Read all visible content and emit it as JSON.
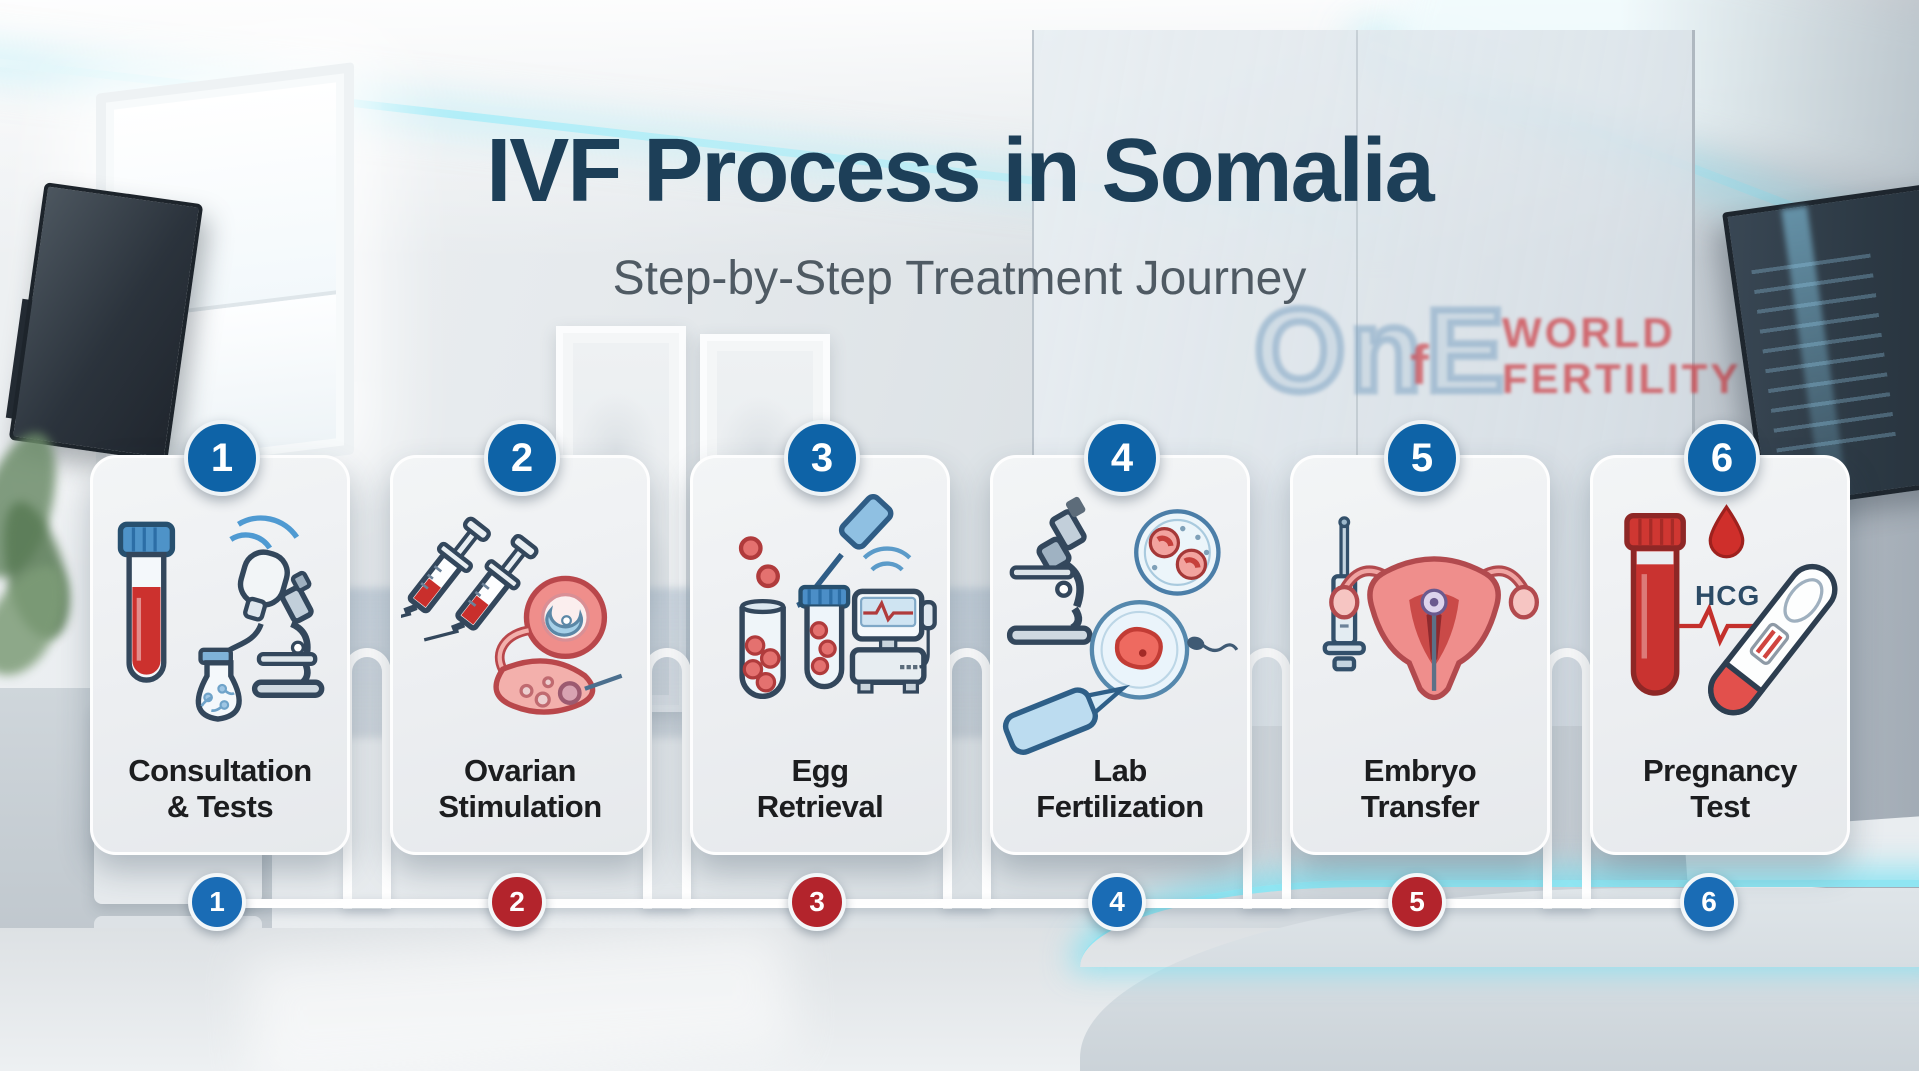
{
  "header": {
    "title": "IVF Process in Somalia",
    "subtitle": "Step-by-Step Treatment Journey"
  },
  "background": {
    "logo": {
      "mark": "OnE",
      "accent": "f",
      "word_line1": "WORLD",
      "word_line2": "FERTILITY"
    }
  },
  "steps": [
    {
      "number": "1",
      "label_line1": "Consultation",
      "label_line2": "& Tests"
    },
    {
      "number": "2",
      "label_line1": "Ovarian",
      "label_line2": "Stimulation"
    },
    {
      "number": "3",
      "label_line1": "Egg",
      "label_line2": "Retrieval"
    },
    {
      "number": "4",
      "label_line1": "Lab",
      "label_line2": "Fertilization"
    },
    {
      "number": "5",
      "label_line1": "Embryo",
      "label_line2": "Transfer"
    },
    {
      "number": "6",
      "label_line1": "Pregnancy",
      "label_line2": "Test",
      "hcg_label": "HCG"
    }
  ],
  "timeline": {
    "markers": [
      {
        "number": "1",
        "color": "#1a6cb5"
      },
      {
        "number": "2",
        "color": "#b3242c"
      },
      {
        "number": "3",
        "color": "#b3242c"
      },
      {
        "number": "4",
        "color": "#1a6cb5"
      },
      {
        "number": "5",
        "color": "#b3242c"
      },
      {
        "number": "6",
        "color": "#1a6cb5"
      }
    ]
  },
  "colors": {
    "title": "#1d3f58",
    "subtitle": "#4f5a63",
    "badge_blue": "#0e63a7",
    "marker_blue": "#1a6cb5",
    "marker_red": "#b3242c",
    "connector_white": "#ffffff",
    "glow_cyan": "#9ae7f4",
    "card_bg": "#eef0f3"
  }
}
